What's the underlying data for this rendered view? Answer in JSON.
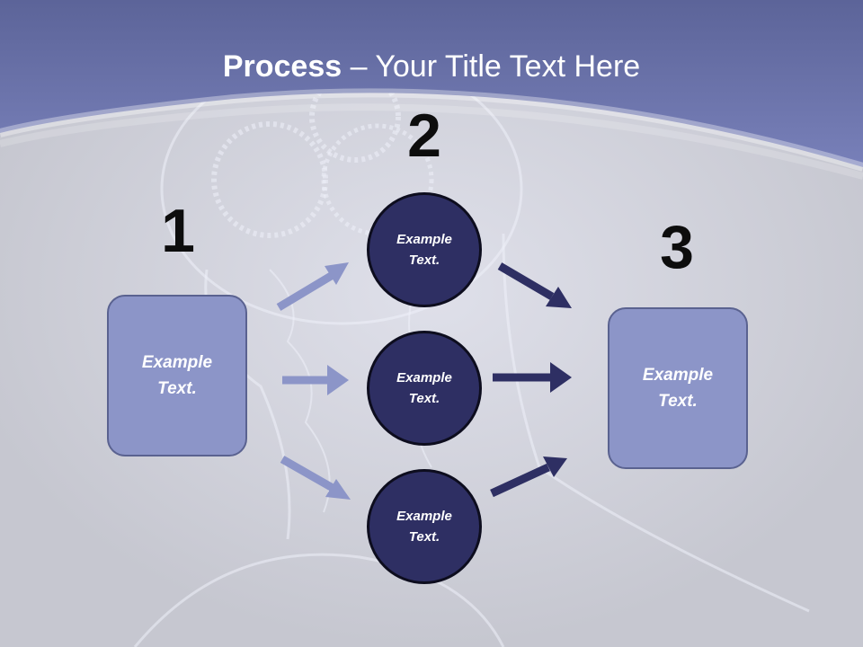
{
  "title": {
    "bold": "Process",
    "rest": " – Your Title Text Here"
  },
  "steps": [
    {
      "number": "1"
    },
    {
      "number": "2"
    },
    {
      "number": "3"
    }
  ],
  "left_box": {
    "text": "Example Text."
  },
  "circles": [
    {
      "text": "Example Text."
    },
    {
      "text": "Example Text."
    },
    {
      "text": "Example Text."
    }
  ],
  "right_box": {
    "text": "Example Text."
  },
  "colors": {
    "header_band": "#6f78b4",
    "background": "#c8c9d1",
    "box_fill": "#8c95c8",
    "circle_fill": "#2e2f63",
    "arrow_light": "#8c95c8",
    "arrow_dark": "#2e2f63"
  }
}
